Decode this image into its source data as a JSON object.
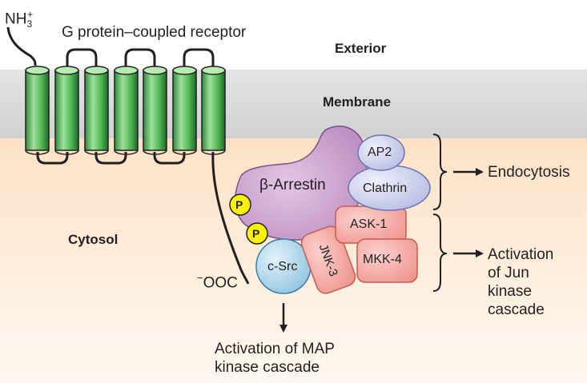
{
  "labels": {
    "nh3": "NH",
    "nh3_sub": "3",
    "nh3_sup": "+",
    "gpcr": "G protein–coupled receptor",
    "exterior": "Exterior",
    "membrane": "Membrane",
    "cytosol": "Cytosol",
    "ooc_minus": "−",
    "ooc": "OOC",
    "arrestin": "β-Arrestin",
    "ap2": "AP2",
    "clathrin": "Clathrin",
    "ask1": "ASK-1",
    "mkk4": "MKK-4",
    "jnk3": "JNK-3",
    "csrc": "c-Src",
    "p1": "P",
    "p2": "P",
    "endocytosis": "Endocytosis",
    "jun_activation": "Activation\nof Jun\nkinase\ncascade",
    "map_activation": "Activation of MAP\nkinase cascade"
  },
  "colors": {
    "exterior": "#ffffff",
    "membrane": "#d1d3d4",
    "cytosol_top": "#fde3c8",
    "cytosol_bottom": "#fff7ee",
    "helix": "#5cb85c",
    "arrestin": "#c99ccd",
    "ap2_clathrin": "#cdd0ec",
    "kinase_pink": "#f5a8a3",
    "csrc": "#a9d3ea",
    "phosphate": "#fff200"
  }
}
